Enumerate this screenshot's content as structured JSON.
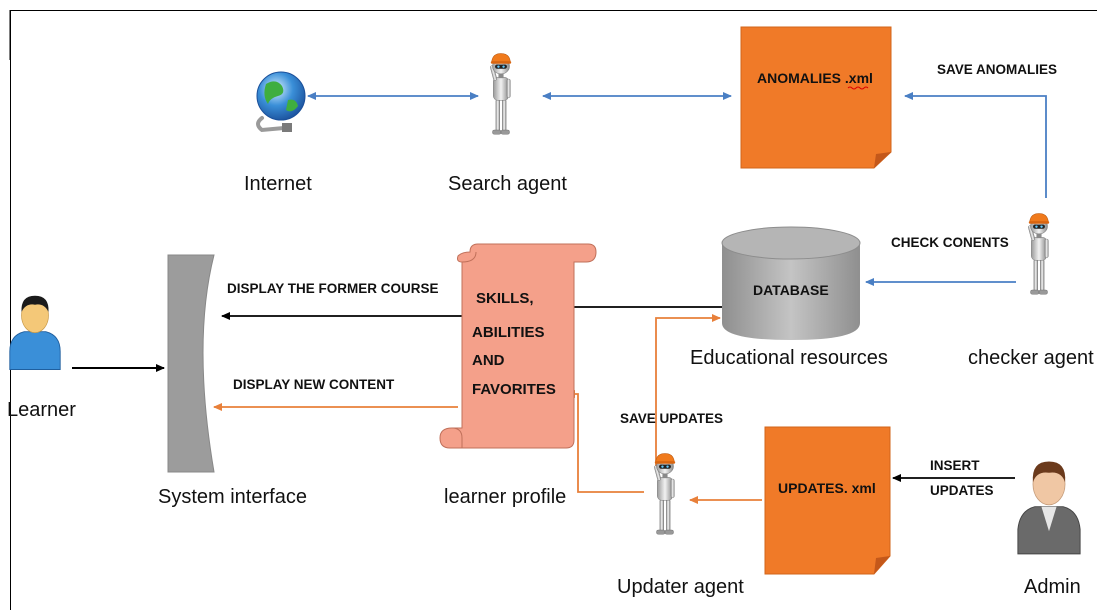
{
  "nodes": {
    "internet": "Internet",
    "search_agent": "Search agent",
    "anomalies_doc": "ANOMALIES .xml",
    "checker_agent": "checker agent",
    "database": "DATABASE",
    "educational_resources": "Educational resources",
    "learner": "Learner",
    "system_interface": "System interface",
    "learner_profile_lines": [
      "SKILLS,",
      "ABILITIES",
      "AND",
      "FAVORITES"
    ],
    "learner_profile": "learner profile",
    "updates_doc": "UPDATES. xml",
    "updater_agent": "Updater agent",
    "admin": "Admin"
  },
  "edges": {
    "save_anomalies": "SAVE ANOMALIES",
    "check_contents": "CHECK CONENTS",
    "display_former": "DISPLAY THE FORMER COURSE",
    "display_new": "DISPLAY NEW CONTENT",
    "save_updates": "SAVE UPDATES",
    "insert_updates_lines": [
      "INSERT",
      "UPDATES"
    ]
  },
  "colors": {
    "blue_arrow": "#4a7fc4",
    "orange_arrow": "#e8803a",
    "black_arrow": "#000000",
    "doc_orange": "#f07a28",
    "profile_salmon": "#f4a08a",
    "database_gray": "#a7a7a7",
    "interface_gray": "#9c9c9c"
  },
  "icons": [
    "globe-icon",
    "robot-icon",
    "user-icon",
    "admin-icon",
    "scroll-icon",
    "database-icon",
    "document-icon"
  ]
}
